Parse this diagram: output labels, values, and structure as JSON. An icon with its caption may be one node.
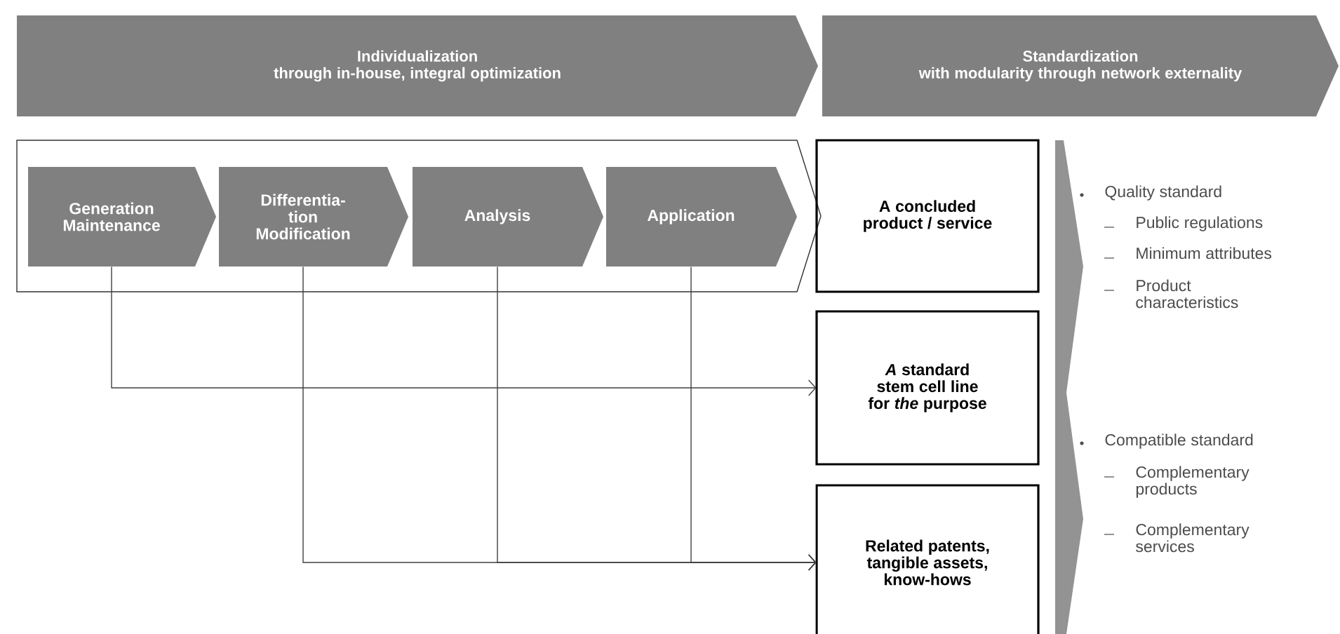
{
  "diagram": {
    "nodes": [
      {
        "text": [
          "Individualization",
          "through in-house, integral optimization"
        ]
      },
      {
        "text": [
          "Standardization",
          "with modularity through network externality"
        ]
      },
      {
        "text": [],
        "shape": "chevron"
      },
      {
        "text": [
          "Generation Maintenance"
        ],
        "in": 2
      },
      {
        "text": [
          "Differentia- tion Modification"
        ],
        "in": 2
      },
      {
        "text": [
          "Analysis"
        ],
        "in": 2
      },
      {
        "text": [
          "Application"
        ],
        "in": 2
      },
      {
        "text": [
          "A concluded product / service"
        ]
      },
      {
        "text": [
          "*A* standard stem cell line for *the* purpose"
        ]
      },
      {
        "text": [
          "Related patents, tangible assets, know-hows"
        ]
      }
    ],
    "edges": [
      {
        "from": 3,
        "to": 8,
        "arrow": "to"
      },
      {
        "from": 4,
        "to": 9,
        "arrow": "to"
      },
      {
        "from": 5,
        "to": 9,
        "arrow": "to"
      },
      {
        "from": 6,
        "to": 9,
        "arrow": "to"
      }
    ],
    "labels": [
      "Quality standard",
      "Public regulations",
      "Minimum attributes",
      "Product characteristics",
      "Compatible standard",
      "Complementary products",
      "Complementary services"
    ]
  }
}
